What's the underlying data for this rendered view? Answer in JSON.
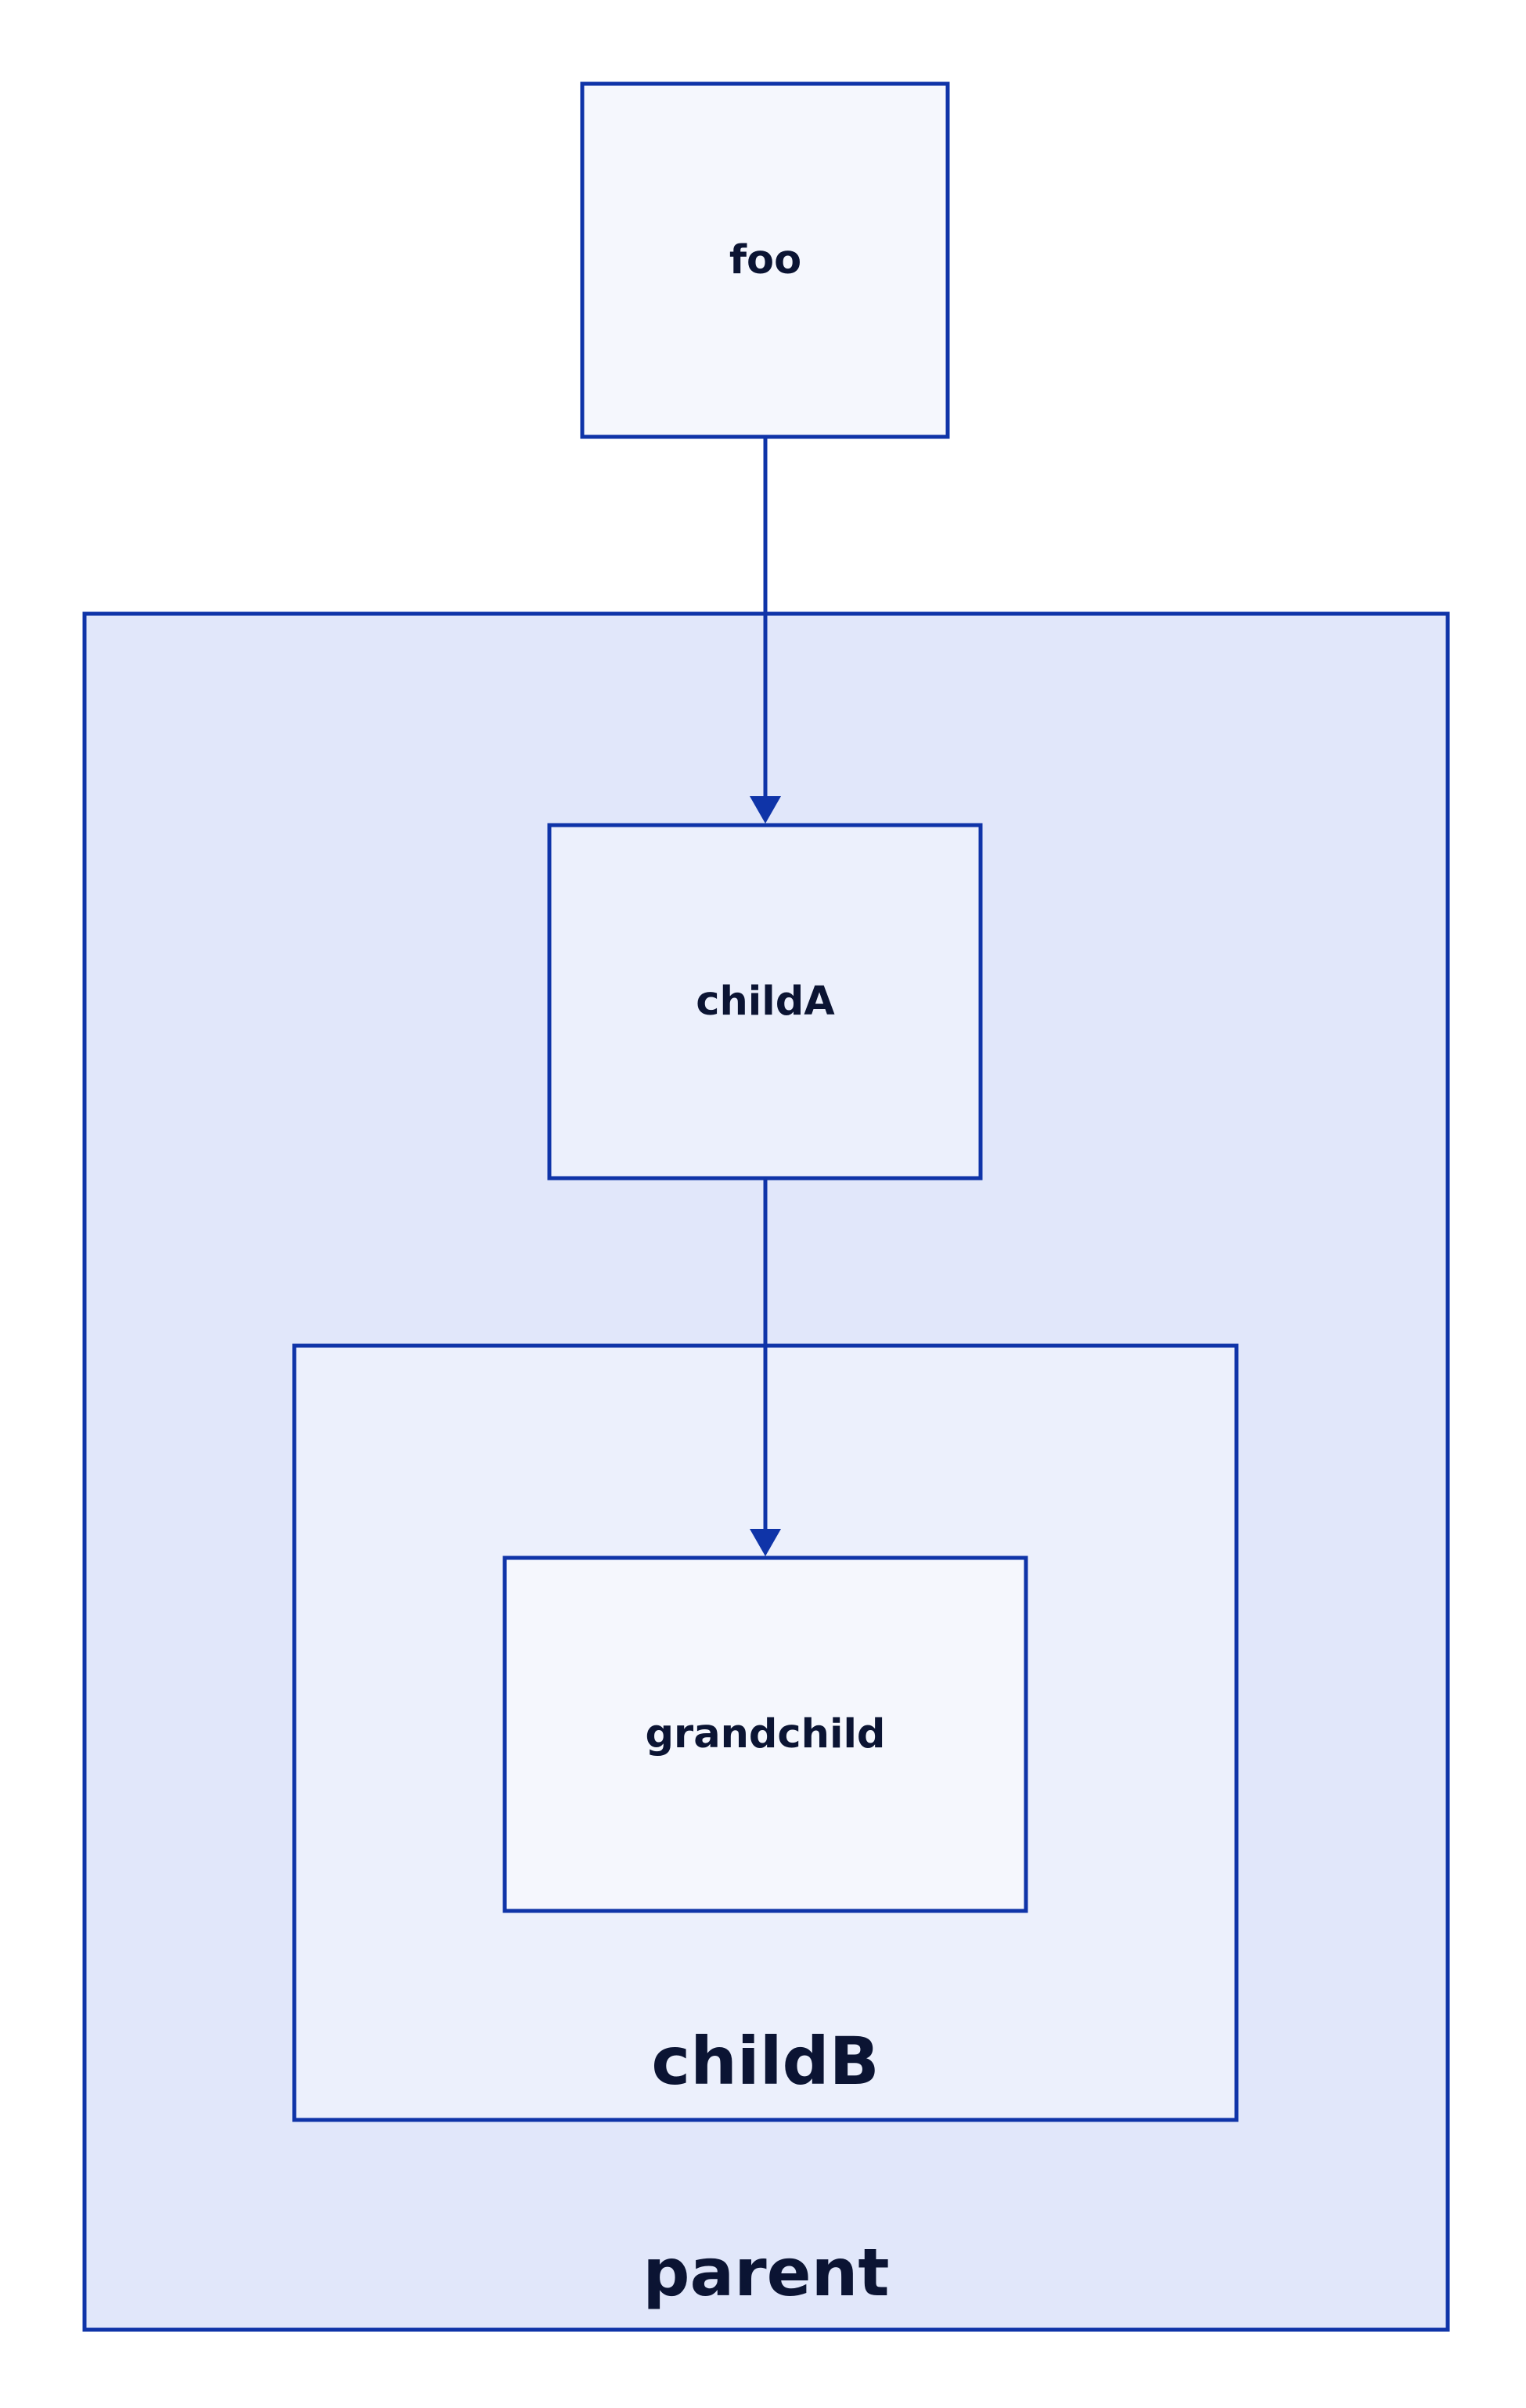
{
  "containers": {
    "parent": {
      "label": "parent"
    },
    "childB": {
      "label": "childB"
    }
  },
  "nodes": {
    "foo": {
      "label": "foo"
    },
    "childA": {
      "label": "childA"
    },
    "grandchild": {
      "label": "grandchild"
    }
  },
  "edges": [
    {
      "from": "foo",
      "to": "childA"
    },
    {
      "from": "childA",
      "to": "grandchild"
    }
  ],
  "colors": {
    "stroke": "#0f34a8",
    "parent_fill": "#e1e7fa",
    "child_fill": "#ecf0fc",
    "node_fill": "#f5f7fd",
    "text": "#0b1433"
  }
}
